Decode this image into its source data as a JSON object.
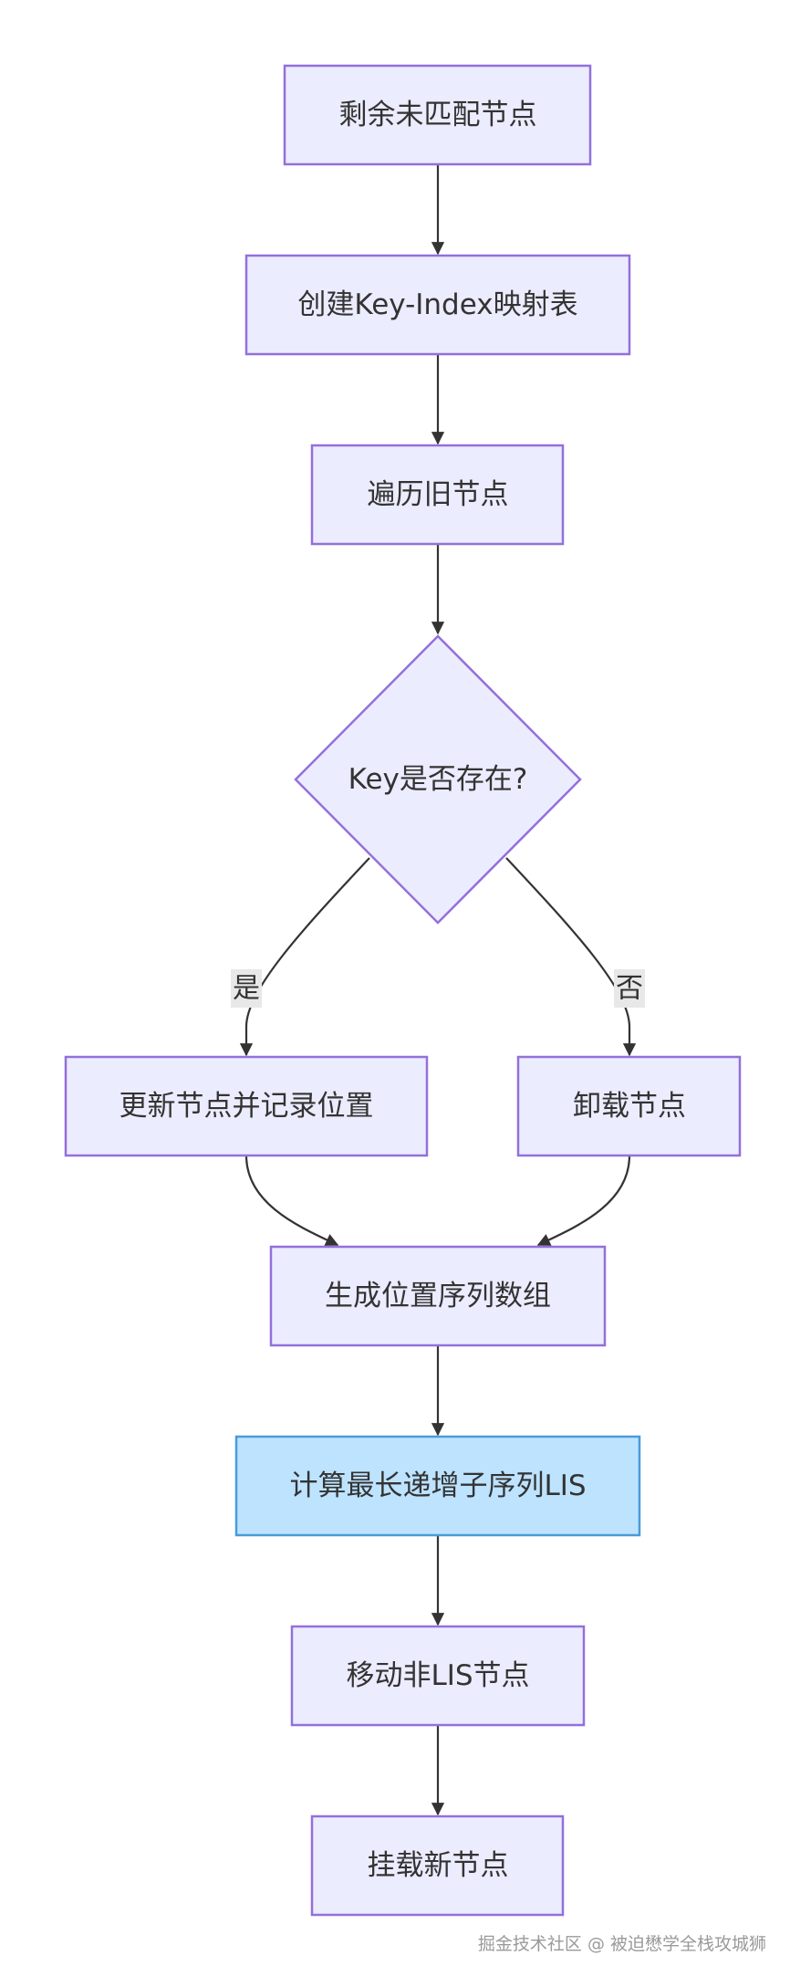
{
  "nodes": {
    "remaining": "剩余未匹配节点",
    "create_map": "创建Key-Index映射表",
    "traverse_old": "遍历旧节点",
    "key_exists": "Key是否存在?",
    "update_record": "更新节点并记录位置",
    "unmount": "卸载节点",
    "gen_array": "生成位置序列数组",
    "compute_lis": "计算最长递增子序列LIS",
    "move_non_lis": "移动非LIS节点",
    "mount_new": "挂载新节点"
  },
  "edge_labels": {
    "yes": "是",
    "no": "否"
  },
  "colors": {
    "node_fill": "#ECECFF",
    "node_stroke": "#9370DB",
    "highlight_fill": "#BDE3FF",
    "highlight_stroke": "#4A9BD9",
    "edge": "#333333",
    "text": "#333333"
  },
  "watermark": "掘金技术社区 @ 被迫懋学全栈攻城狮"
}
